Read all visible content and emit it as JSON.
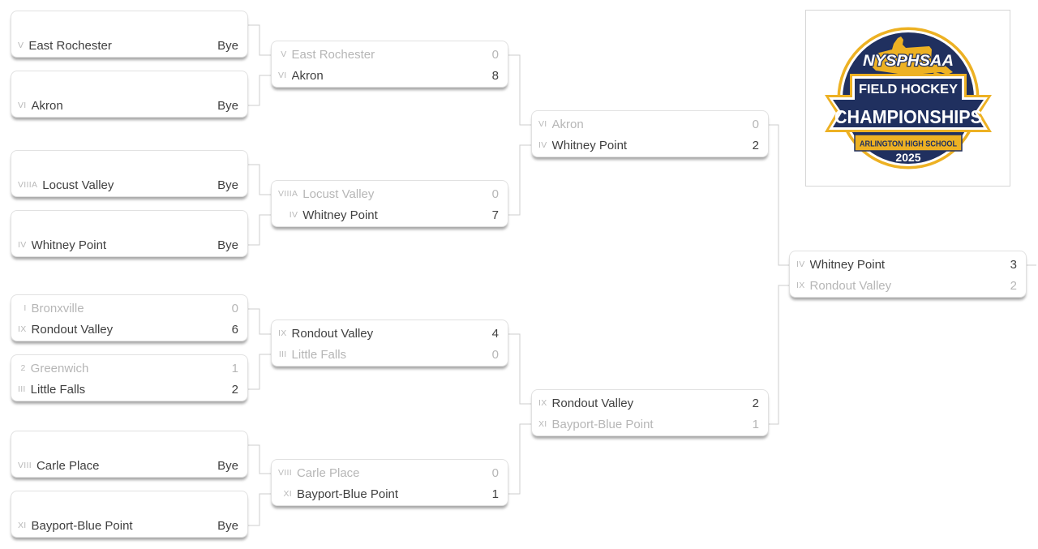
{
  "logo": {
    "org": "NYSPHSAA",
    "sport": "FIELD HOCKEY",
    "event": "CHAMPIONSHIPS",
    "venue": "ARLINGTON HIGH SCHOOL",
    "year": "2025",
    "navy": "#20305f",
    "gold": "#edb123"
  },
  "bracket": {
    "bye_label": "Bye",
    "round1": [
      {
        "top": {
          "seed": "",
          "team": "",
          "score": ""
        },
        "bottom": {
          "seed": "V",
          "team": "East Rochester",
          "score": "Bye"
        },
        "winner": "bottom"
      },
      {
        "top": {
          "seed": "",
          "team": "",
          "score": ""
        },
        "bottom": {
          "seed": "VI",
          "team": "Akron",
          "score": "Bye"
        },
        "winner": "bottom"
      },
      {
        "top": {
          "seed": "",
          "team": "",
          "score": ""
        },
        "bottom": {
          "seed": "VIIIA",
          "team": "Locust Valley",
          "score": "Bye"
        },
        "winner": "bottom"
      },
      {
        "top": {
          "seed": "",
          "team": "",
          "score": ""
        },
        "bottom": {
          "seed": "IV",
          "team": "Whitney Point",
          "score": "Bye"
        },
        "winner": "bottom"
      },
      {
        "top": {
          "seed": "I",
          "team": "Bronxville",
          "score": "0"
        },
        "bottom": {
          "seed": "IX",
          "team": "Rondout Valley",
          "score": "6"
        },
        "winner": "bottom"
      },
      {
        "top": {
          "seed": "2",
          "team": "Greenwich",
          "score": "1"
        },
        "bottom": {
          "seed": "III",
          "team": "Little Falls",
          "score": "2"
        },
        "winner": "bottom"
      },
      {
        "top": {
          "seed": "",
          "team": "",
          "score": ""
        },
        "bottom": {
          "seed": "VIII",
          "team": "Carle Place",
          "score": "Bye"
        },
        "winner": "bottom"
      },
      {
        "top": {
          "seed": "",
          "team": "",
          "score": ""
        },
        "bottom": {
          "seed": "XI",
          "team": "Bayport-Blue Point",
          "score": "Bye"
        },
        "winner": "bottom"
      }
    ],
    "round2": [
      {
        "top": {
          "seed": "V",
          "team": "East Rochester",
          "score": "0"
        },
        "bottom": {
          "seed": "VI",
          "team": "Akron",
          "score": "8"
        },
        "winner": "bottom"
      },
      {
        "top": {
          "seed": "VIIIA",
          "team": "Locust Valley",
          "score": "0"
        },
        "bottom": {
          "seed": "IV",
          "team": "Whitney Point",
          "score": "7"
        },
        "winner": "bottom"
      },
      {
        "top": {
          "seed": "IX",
          "team": "Rondout Valley",
          "score": "4"
        },
        "bottom": {
          "seed": "III",
          "team": "Little Falls",
          "score": "0"
        },
        "winner": "top"
      },
      {
        "top": {
          "seed": "VIII",
          "team": "Carle Place",
          "score": "0"
        },
        "bottom": {
          "seed": "XI",
          "team": "Bayport-Blue Point",
          "score": "1"
        },
        "winner": "bottom"
      }
    ],
    "semifinals": [
      {
        "top": {
          "seed": "VI",
          "team": "Akron",
          "score": "0"
        },
        "bottom": {
          "seed": "IV",
          "team": "Whitney Point",
          "score": "2"
        },
        "winner": "bottom"
      },
      {
        "top": {
          "seed": "IX",
          "team": "Rondout Valley",
          "score": "2"
        },
        "bottom": {
          "seed": "XI",
          "team": "Bayport-Blue Point",
          "score": "1"
        },
        "winner": "top"
      }
    ],
    "final": [
      {
        "top": {
          "seed": "IV",
          "team": "Whitney Point",
          "score": "3"
        },
        "bottom": {
          "seed": "IX",
          "team": "Rondout Valley",
          "score": "2"
        },
        "winner": "top"
      }
    ]
  }
}
